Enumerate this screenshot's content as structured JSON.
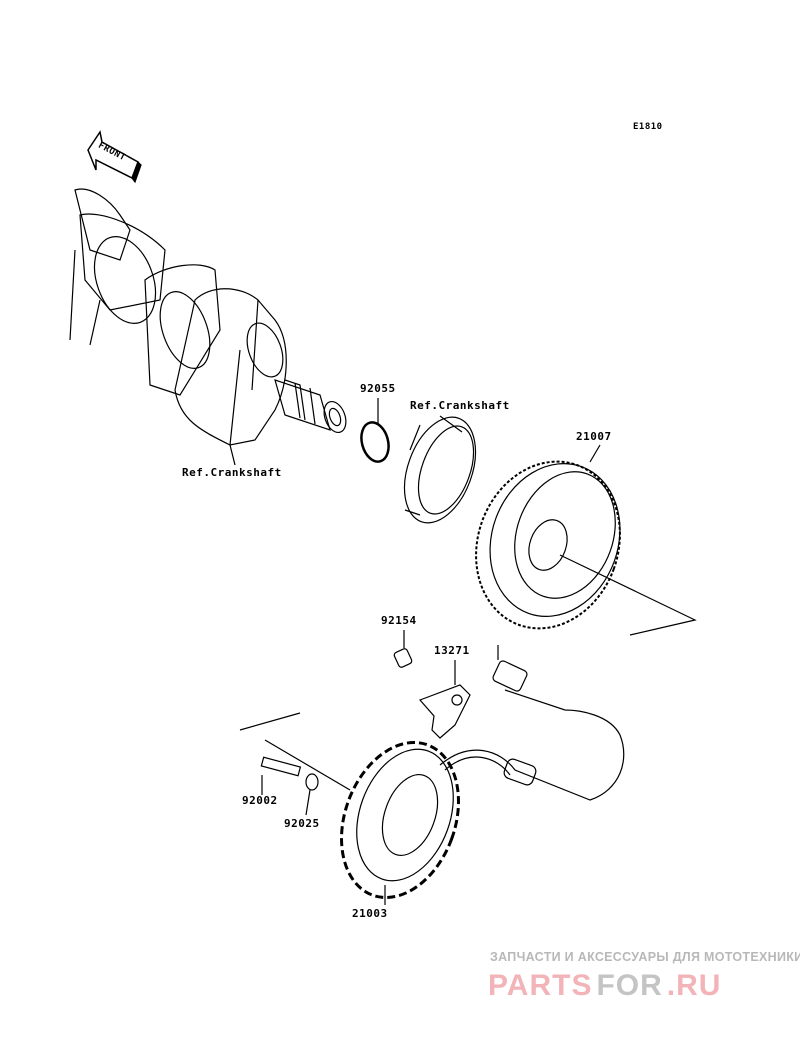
{
  "diagram_code": "E1810",
  "front_arrow": "FRONT",
  "labels": {
    "ref_crankshaft_1": "Ref.Crankshaft",
    "ref_crankshaft_2": "Ref.Crankshaft",
    "p92055": "92055",
    "p21007": "21007",
    "p92154": "92154",
    "p13271": "13271",
    "p92002": "92002",
    "p92025": "92025",
    "p21003": "21003"
  },
  "watermark": {
    "tagline": "ЗАПЧАСТИ И АКСЕССУАРЫ ДЛЯ МОТОТЕХНИКИ",
    "brand_part1": "PARTS",
    "brand_part2": "FOR",
    "brand_part3": ".RU"
  }
}
